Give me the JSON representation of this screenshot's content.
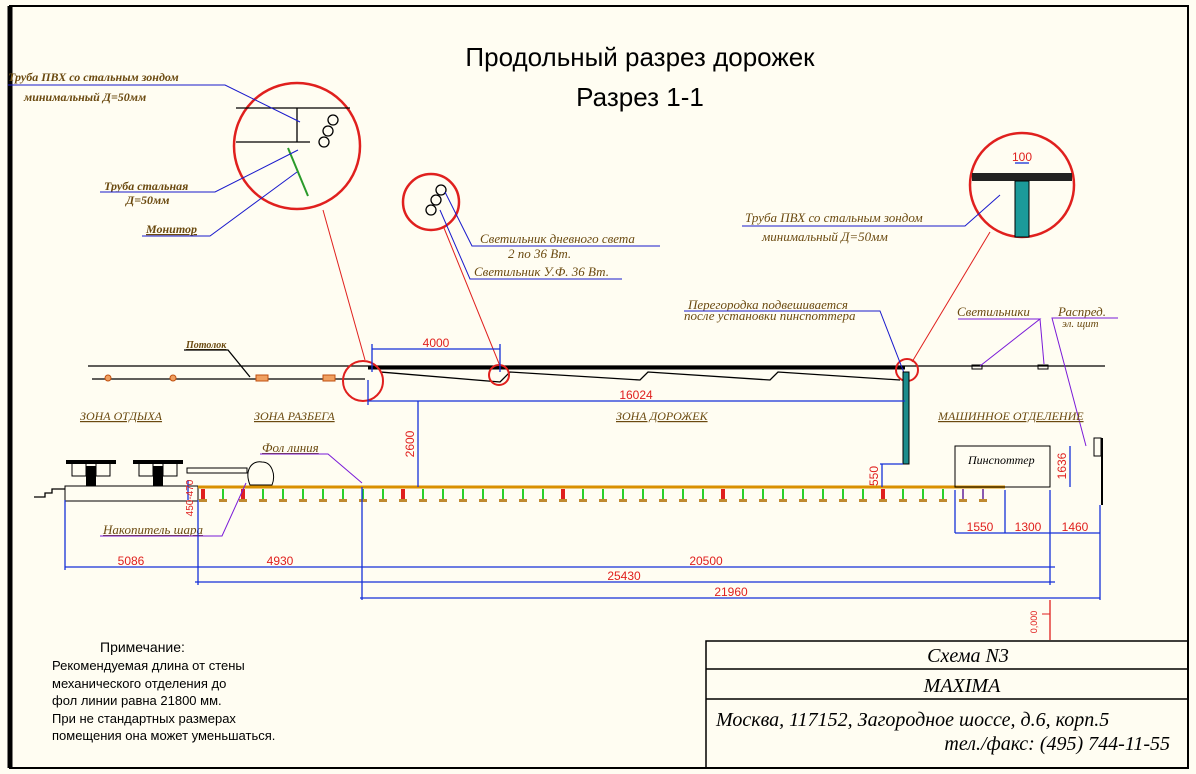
{
  "title": {
    "line1": "Продольный разрез дорожек",
    "line2": "Разрез 1-1"
  },
  "callouts": {
    "pvc_pipe_left_1": "Труба ПВХ со стальным зондом",
    "pvc_pipe_left_2": "минимальный Д=50мм",
    "steel_pipe_1": "Труба стальная",
    "steel_pipe_2": "Д=50мм",
    "monitor": "Монитор",
    "daylight_lamp_1": "Светильник дневного света",
    "daylight_lamp_2": "2 по 36 Вт.",
    "uv_lamp": "Светильник У.Ф. 36 Вт.",
    "pvc_pipe_right_1": "Труба ПВХ со стальным зондом",
    "pvc_pipe_right_2": "минимальный Д=50мм",
    "partition_1": "Перегородка подвешивается",
    "partition_2": "после установки пинспоттера",
    "lamps": "Светильники",
    "panel_1": "Распред.",
    "panel_2": "эл. щит",
    "ceiling": "Потолок",
    "foul_line": "Фол линия",
    "ball_return": "Накопитель шара",
    "pinspotter": "Пинспоттер"
  },
  "zones": {
    "rest": "ЗОНА ОТДЫХА",
    "approach": "ЗОНА РАЗБЕГА",
    "lanes": "ЗОНА ДОРОЖЕК",
    "machine": "МАШИННОЕ ОТДЕЛЕНИЕ"
  },
  "dimensions": {
    "d100": "100",
    "d4000": "4000",
    "d16024": "16024",
    "d2600": "2600",
    "d550": "550",
    "d1636": "1636",
    "d450": "450-470",
    "d5086": "5086",
    "d4930": "4930",
    "d20500": "20500",
    "d25430": "25430",
    "d21960": "21960",
    "d1550": "1550",
    "d1300": "1300",
    "d1460": "1460",
    "level": "0,000"
  },
  "note": {
    "heading": "Примечание:",
    "lines": [
      "Рекомендуемая длина от стены",
      "механического отделения до",
      "фол линии равна 21800 мм.",
      "При не стандартных размерах",
      "помещения она может уменьшаться."
    ]
  },
  "title_block": {
    "scheme": "Схема N3",
    "company": "MAXIMA",
    "address": "Москва, 117152, Загородное шоссе, д.6,   корп.5",
    "phone": "тел./факс: (495) 744-11-55"
  },
  "colors": {
    "dimension_line": "#1530d8",
    "dimension_text": "#e0201e",
    "detail_circle": "#e0201e",
    "lane": "#d99000",
    "partition": "#1c8c8c",
    "label": "#6b4a10",
    "background": "#fffdf2"
  }
}
